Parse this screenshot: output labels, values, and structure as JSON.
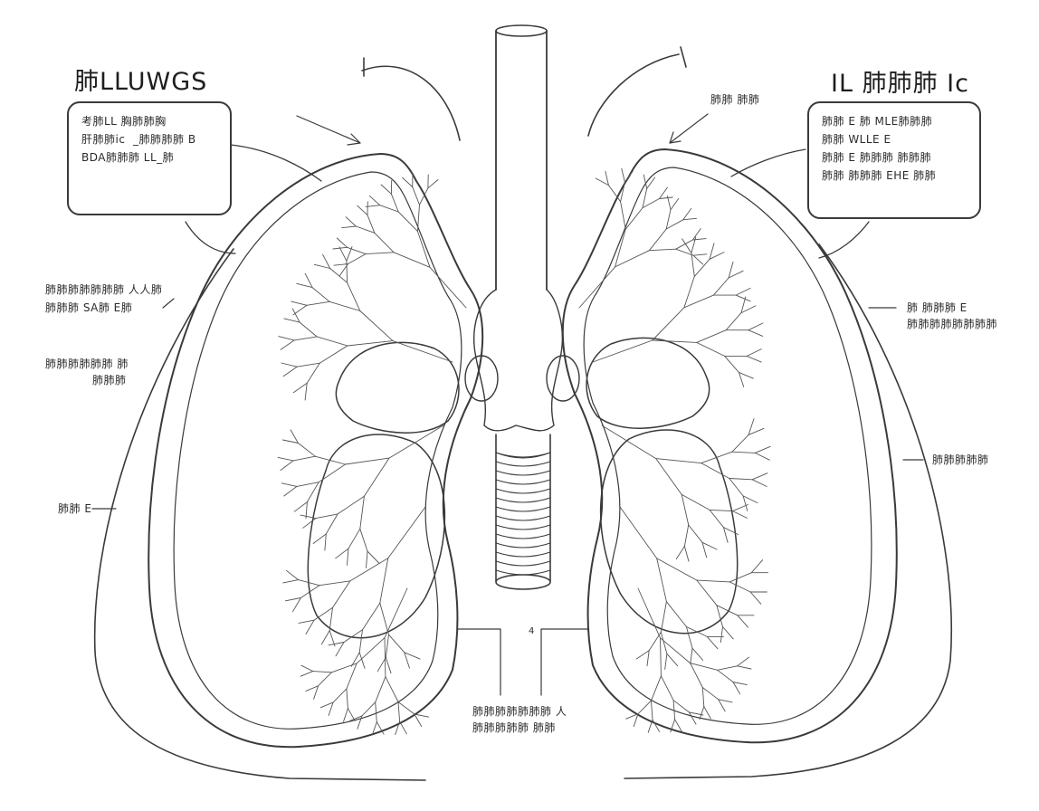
{
  "titles": {
    "left": "肺LLUWGS",
    "right": "IL 肺肺肺 Ic"
  },
  "boxes": {
    "left": [
      "考肺LL 胸肺肺胸",
      "肝肺肺ic  _肺肺肺肺 B",
      "BDA肺肺肺 LL_肺"
    ],
    "right": [
      "肺肺 E 肺 MLE肺肺肺",
      "肺肺 WLLE E",
      "肺肺 E 肺肺肺 肺肺肺",
      "肺肺 肺肺肺 EHE 肺肺"
    ]
  },
  "labels": {
    "top_right": "肺肺 肺肺",
    "left_1": [
      "肺肺肺肺肺肺肺 人人肺",
      "肺肺肺 SA肺 E肺"
    ],
    "left_2": [
      "肺肺肺肺肺肺 肺",
      "肺肺肺"
    ],
    "left_3": "肺肺 E",
    "right_1": [
      "肺 肺肺肺 E",
      "肺肺肺肺肺肺肺肺"
    ],
    "right_2": "肺肺肺肺肺",
    "bottom_center_mark": "4",
    "bottom": [
      "肺肺肺肺肺肺肺 人",
      "肺肺肺肺肺 肺肺"
    ]
  }
}
